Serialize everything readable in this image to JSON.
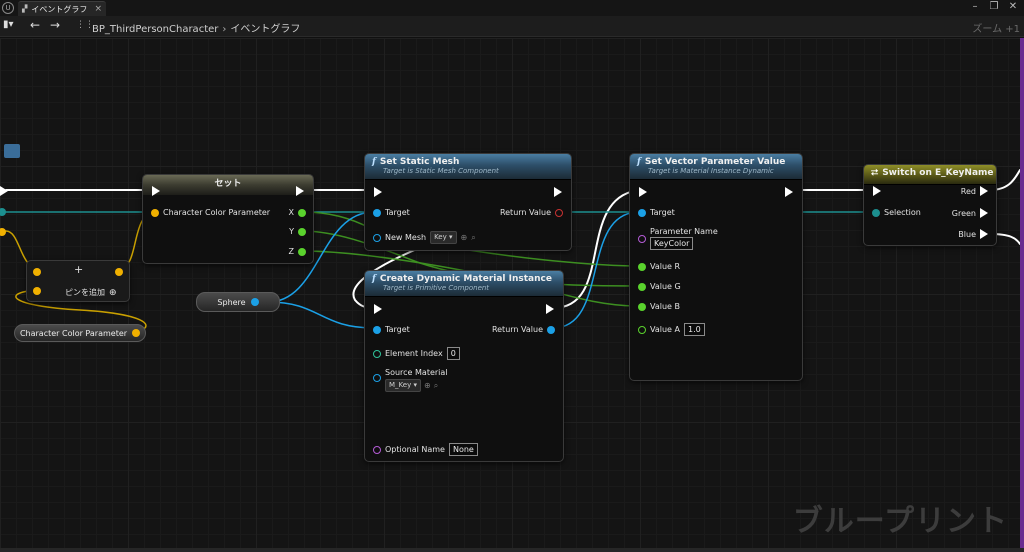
{
  "tabs": [
    {
      "label": "イベントグラフ"
    }
  ],
  "toolbar": {
    "back_icon": "←",
    "forward_icon": "→",
    "breadcrumb": [
      "BP_ThirdPersonCharacter",
      "イベントグラフ"
    ],
    "zoom": "ズーム +1"
  },
  "watermark": "ブループリント",
  "colors": {
    "exec": "#ffffff",
    "object_pin": "#1ba0e6",
    "float_pin": "#5ad22d",
    "linear_color_pin": "#f0b000",
    "name_pin": "#b45bd6",
    "enum_pin": "#1c8f8f",
    "function_header": "#3d6788",
    "switch_header": "#8f8f28"
  },
  "nodes": {
    "set": {
      "title": "セット",
      "input": "Character Color Parameter",
      "outputs": [
        "X",
        "Y",
        "Z"
      ]
    },
    "add_pin": {
      "label": "ピンを追加"
    },
    "character_color_param": {
      "label": "Character Color Parameter"
    },
    "sphere": {
      "label": "Sphere"
    },
    "set_static_mesh": {
      "title": "Set Static Mesh",
      "subtitle": "Target is Static Mesh Component",
      "target": "Target",
      "return": "Return Value",
      "new_mesh": "New Mesh",
      "new_mesh_value": "Key"
    },
    "create_dmi": {
      "title": "Create Dynamic Material Instance",
      "subtitle": "Target is Primitive Component",
      "target": "Target",
      "return": "Return Value",
      "element_index_label": "Element Index",
      "element_index_value": "0",
      "source_material_label": "Source Material",
      "source_material_value": "M_Key",
      "optional_name_label": "Optional Name",
      "optional_name_value": "None"
    },
    "set_vector_param": {
      "title": "Set Vector Parameter Value",
      "subtitle": "Target is Material Instance Dynamic",
      "target": "Target",
      "param_name_label": "Parameter Name",
      "param_name_value": "KeyColor",
      "value_r": "Value R",
      "value_g": "Value G",
      "value_b": "Value B",
      "value_a": "Value A",
      "value_a_value": "1.0"
    },
    "switch": {
      "title": "Switch on E_KeyName",
      "selection": "Selection",
      "outputs": [
        "Red",
        "Green",
        "Blue"
      ]
    }
  }
}
